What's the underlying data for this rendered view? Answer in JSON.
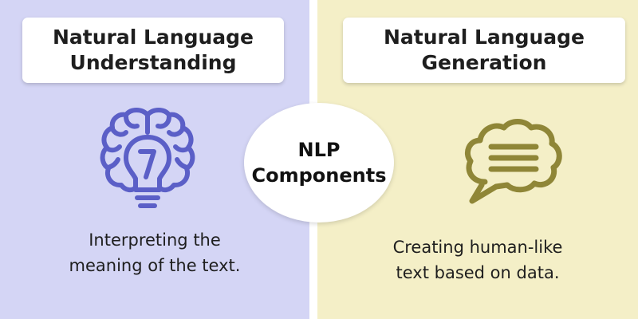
{
  "left": {
    "title_line1": "Natural Language",
    "title_line2": "Understanding",
    "icon": "brain-lightbulb-icon",
    "desc_line1": "Interpreting the",
    "desc_line2": "meaning of the text."
  },
  "right": {
    "title_line1": "Natural Language",
    "title_line2": "Generation",
    "icon": "speech-bubble-icon",
    "desc_line1": "Creating human-like",
    "desc_line2": "text based on data."
  },
  "center": {
    "line1": "NLP",
    "line2": "Components"
  },
  "colors": {
    "left_panel": "#d4d5f5",
    "right_panel": "#f4efc7",
    "brain_icon": "#5b5fc7",
    "bubble_icon": "#8f8637"
  }
}
